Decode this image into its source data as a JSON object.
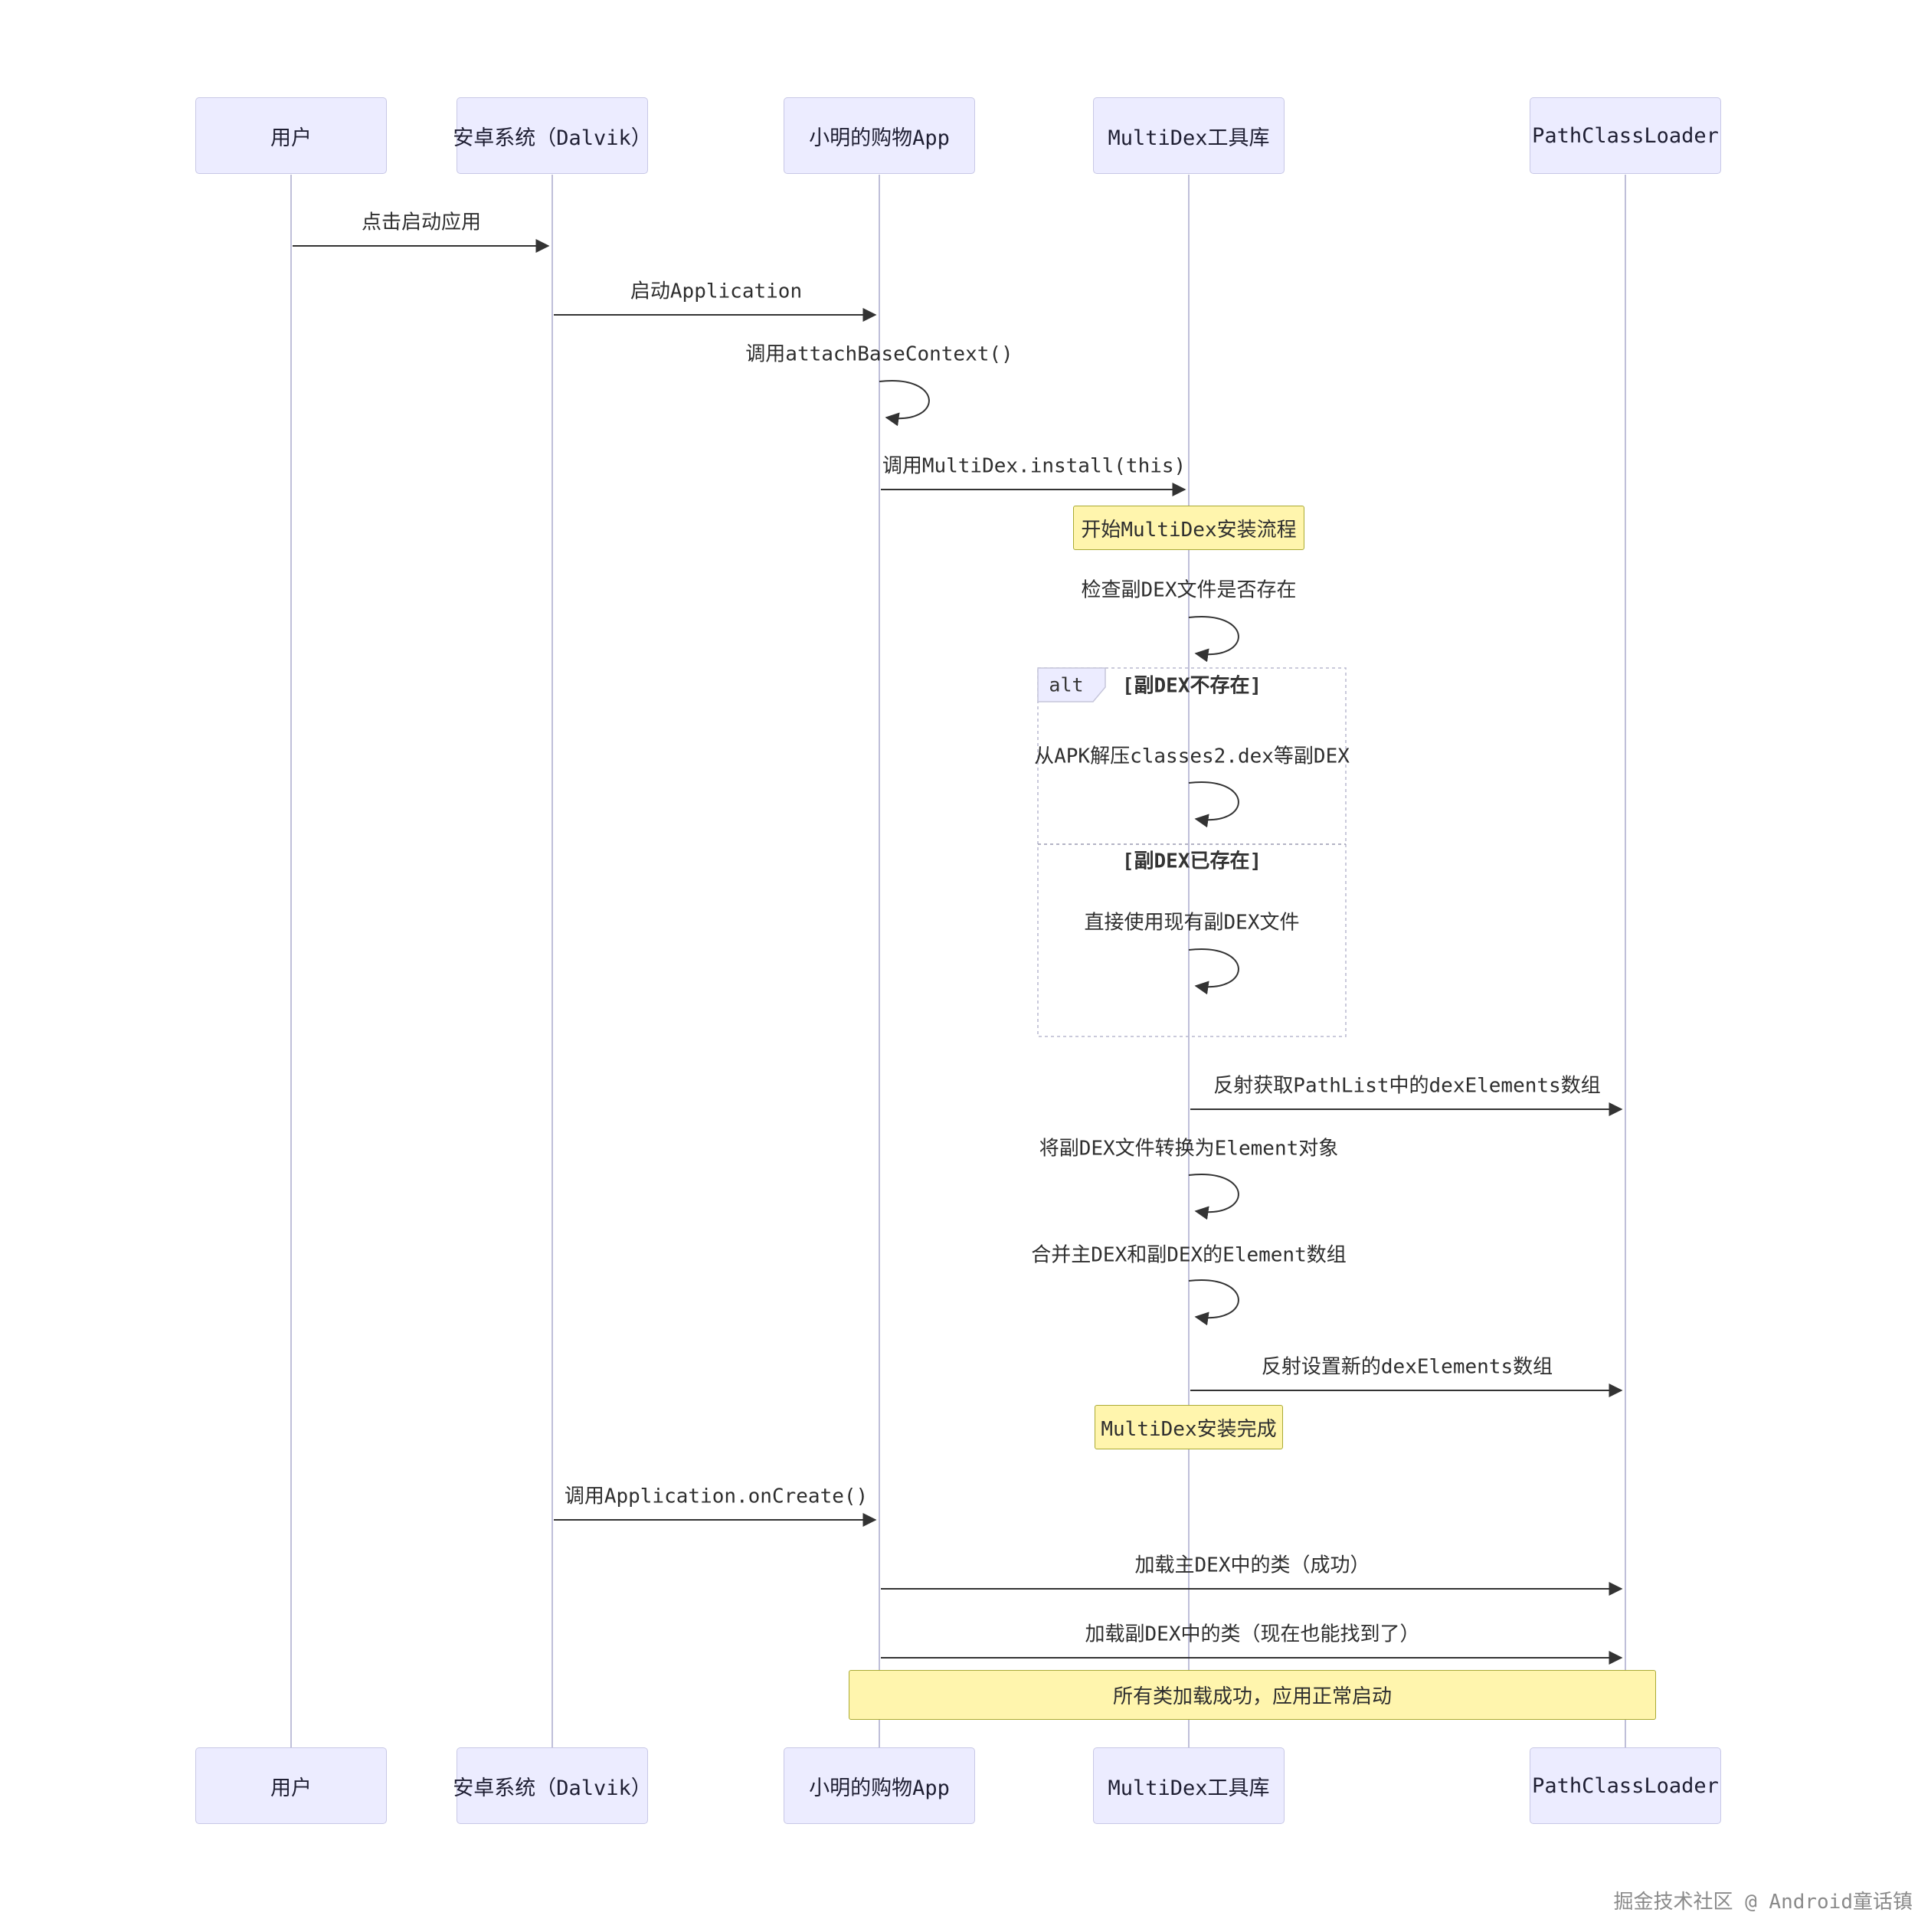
{
  "diagram": {
    "type": "sequence",
    "actors": [
      {
        "id": "user",
        "label": "用户"
      },
      {
        "id": "android-system",
        "label": "安卓系统（Dalvik）"
      },
      {
        "id": "shopping-app",
        "label": "小明的购物App"
      },
      {
        "id": "multidex-lib",
        "label": "MultiDex工具库"
      },
      {
        "id": "path-class-loader",
        "label": "PathClassLoader"
      }
    ],
    "messages": [
      {
        "from": "用户",
        "to": "安卓系统（Dalvik）",
        "type": "arrow",
        "text": "点击启动应用"
      },
      {
        "from": "安卓系统（Dalvik）",
        "to": "小明的购物App",
        "type": "arrow",
        "text": "启动Application"
      },
      {
        "from": "小明的购物App",
        "to": "小明的购物App",
        "type": "self",
        "text": "调用attachBaseContext()"
      },
      {
        "from": "小明的购物App",
        "to": "MultiDex工具库",
        "type": "arrow",
        "text": "调用MultiDex.install(this)"
      },
      {
        "from": "MultiDex工具库",
        "to": "MultiDex工具库",
        "type": "self",
        "text": "检查副DEX文件是否存在"
      },
      {
        "from": "MultiDex工具库",
        "to": "MultiDex工具库",
        "type": "self",
        "text": "从APK解压classes2.dex等副DEX"
      },
      {
        "from": "MultiDex工具库",
        "to": "MultiDex工具库",
        "type": "self",
        "text": "直接使用现有副DEX文件"
      },
      {
        "from": "MultiDex工具库",
        "to": "PathClassLoader",
        "type": "arrow",
        "text": "反射获取PathList中的dexElements数组"
      },
      {
        "from": "MultiDex工具库",
        "to": "MultiDex工具库",
        "type": "self",
        "text": "将副DEX文件转换为Element对象"
      },
      {
        "from": "MultiDex工具库",
        "to": "MultiDex工具库",
        "type": "self",
        "text": "合并主DEX和副DEX的Element数组"
      },
      {
        "from": "MultiDex工具库",
        "to": "PathClassLoader",
        "type": "arrow",
        "text": "反射设置新的dexElements数组"
      },
      {
        "from": "安卓系统（Dalvik）",
        "to": "小明的购物App",
        "type": "arrow",
        "text": "调用Application.onCreate()"
      },
      {
        "from": "小明的购物App",
        "to": "PathClassLoader",
        "type": "arrow",
        "text": "加载主DEX中的类（成功）"
      },
      {
        "from": "小明的购物App",
        "to": "PathClassLoader",
        "type": "arrow",
        "text": "加载副DEX中的类（现在也能找到了）"
      }
    ],
    "notes": [
      {
        "over": "MultiDex工具库",
        "text": "开始MultiDex安装流程"
      },
      {
        "over": "MultiDex工具库",
        "text": "MultiDex安装完成"
      },
      {
        "over": "小明的购物App..PathClassLoader",
        "text": "所有类加载成功，应用正常启动"
      }
    ],
    "alt": {
      "label": "alt",
      "conditions": [
        "[副DEX不存在]",
        "[副DEX已存在]"
      ]
    },
    "footer": "掘金技术社区 @ Android童话镇",
    "colors": {
      "actor_fill": "#ECECFF",
      "actor_border": "#c8c8e6",
      "note_fill": "#fff5ad",
      "note_border": "#aaaa33",
      "lifeline": "#bfbfd9",
      "arrow": "#333333",
      "background": "#ffffff"
    }
  }
}
